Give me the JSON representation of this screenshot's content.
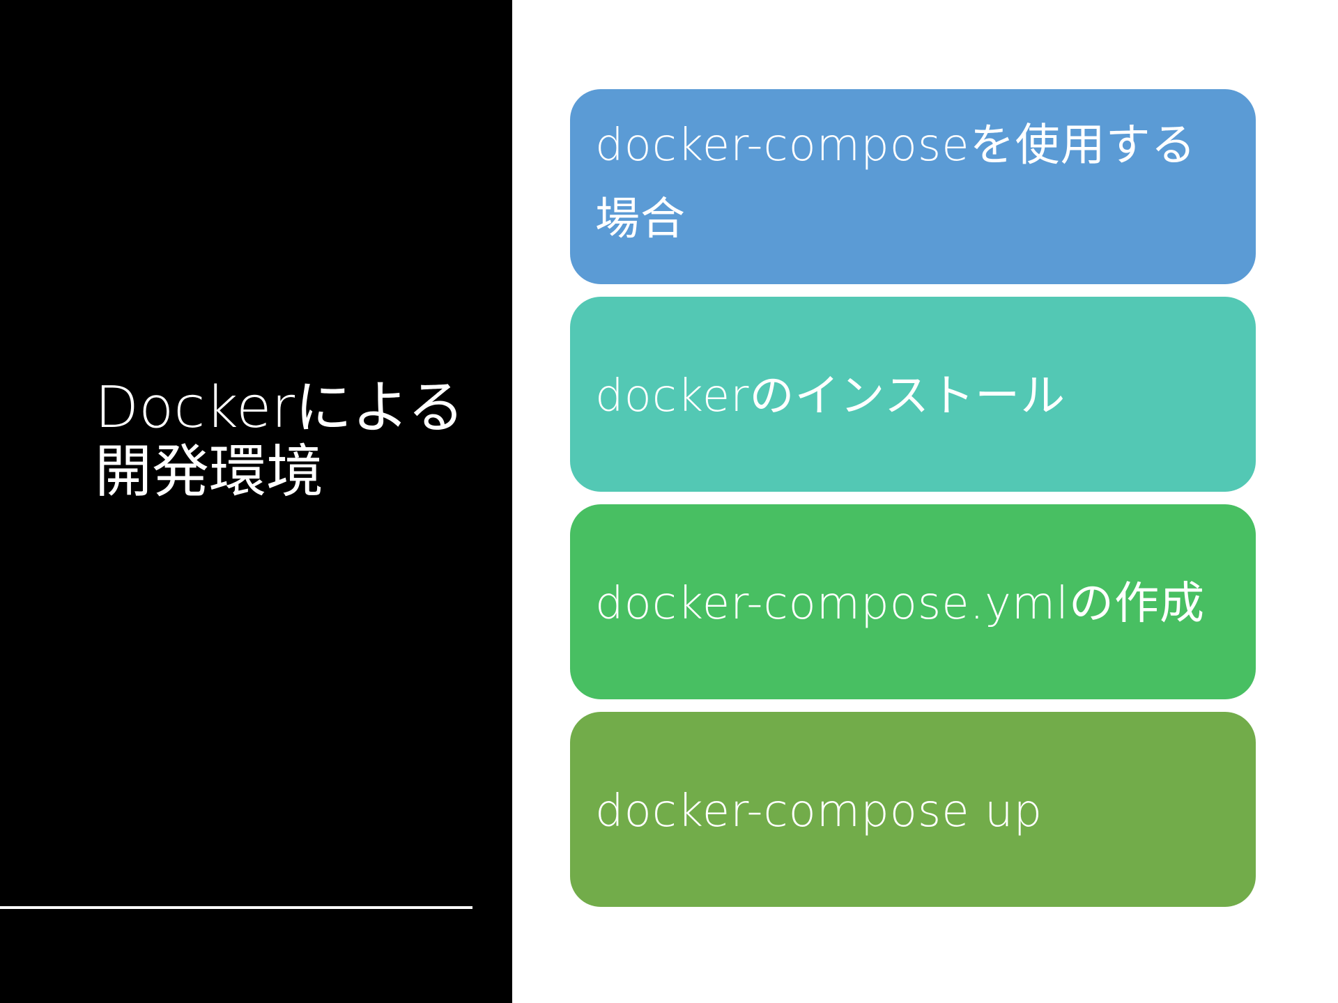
{
  "title": "Dockerによる\n開発環境",
  "colors": {
    "left_background": "#000000",
    "right_background": "#ffffff",
    "title_text": "#ffffff",
    "rule": "#ffffff"
  },
  "steps": [
    {
      "label": "docker-composeを使用する場合",
      "color": "#5b9bd5"
    },
    {
      "label": "dockerのインストール",
      "color": "#53c8b4"
    },
    {
      "label": "docker-compose.ymlの作成",
      "color": "#48bf62"
    },
    {
      "label": "docker-compose up",
      "color": "#72ac4a"
    }
  ]
}
